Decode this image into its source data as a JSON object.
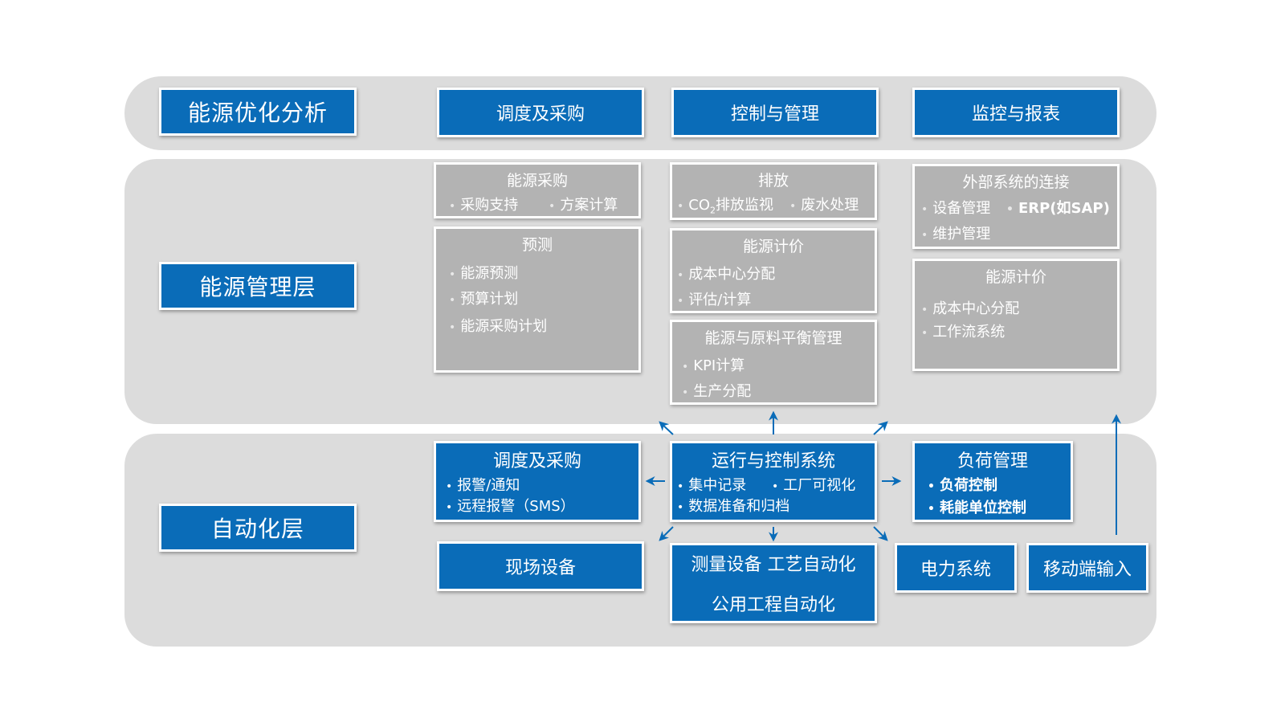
{
  "layers": {
    "optimization": "能源优化分析",
    "management": "能源管理层",
    "automation": "自动化层"
  },
  "top_row": {
    "col1": "调度及采购",
    "col2": "控制与管理",
    "col3": "监控与报表"
  },
  "mgmt": {
    "procurement": {
      "title": "能源采购",
      "item1": "采购支持",
      "item2": "方案计算"
    },
    "forecast": {
      "title": "预测",
      "items": [
        "能源预测",
        "预算计划",
        "能源采购计划"
      ]
    },
    "emission": {
      "title": "排放",
      "co2_prefix": "CO",
      "co2_sub": "2",
      "co2_suffix": "排放监视",
      "item2": "废水处理"
    },
    "pricing_mid": {
      "title": "能源计价",
      "items": [
        "成本中心分配",
        "评估/计算"
      ]
    },
    "balance": {
      "title": "能源与原料平衡管理",
      "items": [
        "KPI计算",
        "生产分配"
      ]
    },
    "external": {
      "title": "外部系统的连接",
      "item1": "设备管理",
      "item2": "ERP(如SAP)",
      "item3": "维护管理"
    },
    "pricing_right": {
      "title": "能源计价",
      "items": [
        "成本中心分配",
        "工作流系统"
      ]
    }
  },
  "auto": {
    "dispatch": {
      "title": "调度及采购",
      "items": [
        "报警/通知",
        "远程报警（SMS）"
      ]
    },
    "ops": {
      "title": "运行与控制系统",
      "item1": "集中记录",
      "item2": "工厂可视化",
      "item3": "数据准备和归档"
    },
    "load": {
      "title": "负荷管理",
      "items": [
        "负荷控制",
        "耗能单位控制"
      ]
    },
    "field": "现场设备",
    "measure_line1": "测量设备 工艺自动化",
    "measure_line2": "公用工程自动化",
    "power": "电力系统",
    "mobile": "移动端输入"
  },
  "colors": {
    "primary_blue": "#0a6cb8",
    "panel_gray": "#b3b3b3",
    "band_gray": "#dcdcdc"
  }
}
